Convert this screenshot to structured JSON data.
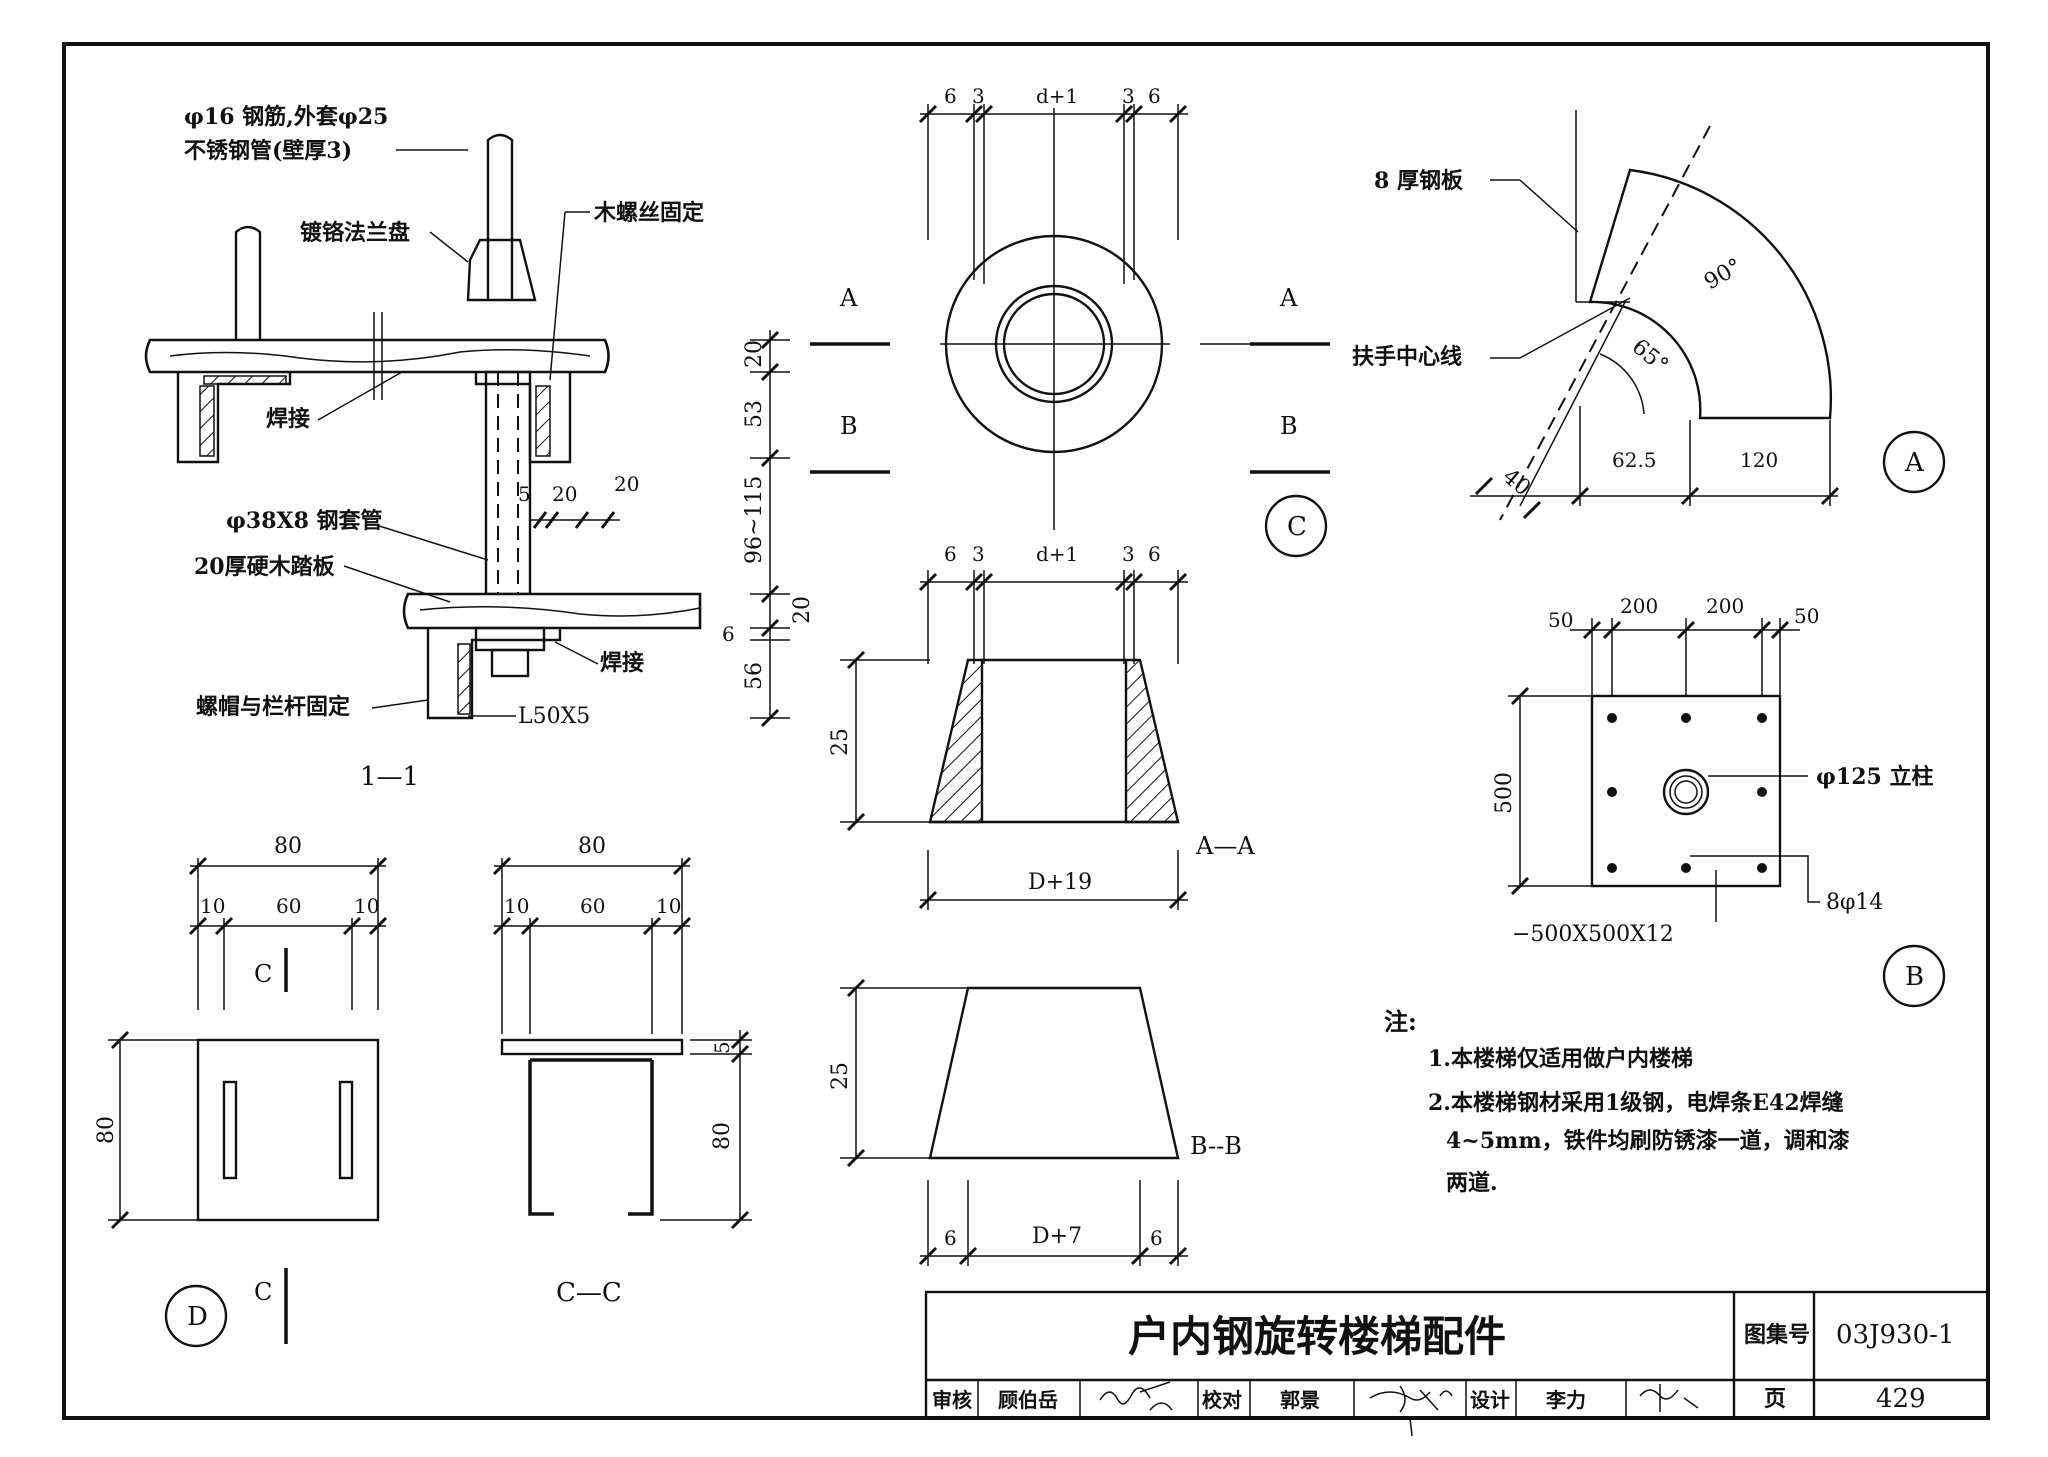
{
  "title_block": {
    "title": "户内钢旋转楼梯配件",
    "atlas_label": "图集号",
    "atlas_no": "03J930-1",
    "page_label": "页",
    "page_no": "429",
    "review_label": "审核",
    "reviewer": "顾伯岳",
    "check_label": "校对",
    "checker": "郭景",
    "design_label": "设计",
    "designer": "李力"
  },
  "detail_1_1": {
    "callout_rebar": "φ16 钢筋,外套φ25",
    "callout_tube": "不锈钢管(壁厚3)",
    "callout_flange": "镀铬法兰盘",
    "callout_screw": "木螺丝固定",
    "callout_weld_top": "焊接",
    "callout_sleeve": "φ38X8 钢套管",
    "callout_tread": "20厚硬木踏板",
    "callout_weld_bottom": "焊接",
    "callout_nut": "螺帽与栏杆固定",
    "callout_angle": "L50X5",
    "section_name": "1—1",
    "dim_20": "20",
    "dim_53": "53",
    "dim_96_115": "96~115",
    "dim_20b": "20",
    "dim_6": "6",
    "dim_56": "56",
    "dim_5": "5",
    "dim_20c": "20",
    "dim_20d": "20"
  },
  "detail_C": {
    "marker": "C",
    "cut_a": "A",
    "cut_b": "B",
    "dims_top": [
      "6",
      "3",
      "d+1",
      "3",
      "6"
    ],
    "dims_mid": [
      "6",
      "3",
      "d+1",
      "3",
      "6"
    ],
    "aa_height": "25",
    "aa_width": "D+19",
    "aa_label": "A—A",
    "bb_height": "25",
    "bb_label": "B--B",
    "bb_dims": [
      "6",
      "D+7",
      "6"
    ]
  },
  "detail_A": {
    "marker": "A",
    "plate": "8 厚钢板",
    "centerline": "扶手中心线",
    "angle_90": "90°",
    "angle_65": "65°",
    "dim_40": "40",
    "dim_62_5": "62.5",
    "dim_120": "120"
  },
  "detail_B": {
    "marker": "B",
    "dims_top": [
      "50",
      "200",
      "200",
      "50"
    ],
    "dim_500": "500",
    "column": "φ125 立柱",
    "bolts": "8φ14",
    "plate": "−500X500X12"
  },
  "detail_D": {
    "marker": "D",
    "dim_80": "80",
    "dims_sub": [
      "10",
      "60",
      "10"
    ],
    "dim_80_side": "80",
    "cut_c_top": "C",
    "cut_c_bottom": "C"
  },
  "section_CC": {
    "label": "C—C",
    "dim_80": "80",
    "dims_sub": [
      "10",
      "60",
      "10"
    ],
    "dim_5": "5",
    "dim_80_side": "80"
  },
  "notes": {
    "heading": "注:",
    "line1": "1.本楼梯仅适用做户内楼梯",
    "line2": "2.本楼梯钢材采用1级钢，电焊条E42焊缝",
    "line3": "4~5mm，铁件均刷防锈漆一道，调和漆",
    "line4": "两道."
  }
}
